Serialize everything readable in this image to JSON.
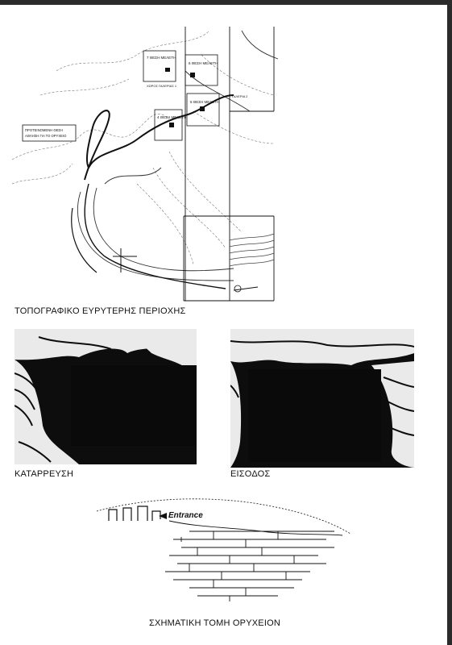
{
  "map": {
    "caption": "ΤΟΠΟΓΡΑΦΙΚΟ ΕΥΡΥΤΕΡΗΣ ΠΕΡΙΟΧΗΣ",
    "labels": {
      "label_7": "7 ΘΕΣΗ ΜΕΛΕΤΗ",
      "label_6": "6 ΘΕΣΗ ΜΕΛΕΤΗ",
      "label_5": "5 ΘΕΣΗ ΜΕΛΕΤΗ",
      "label_4": "4 ΘΕΣΗ ΜΕΛΕΤΗ",
      "gallery_1": "ΧΩΡΟΣ ΓΑΛΕΡΙΑΣ 1",
      "gallery_2": "ΓΑΛΕΡΙΑ 2",
      "proposed": "ΠΡΟΤΕΙΝΟΜΕΝΗ ΘΕΣΗ",
      "proposed_sub": "ΑΘΛΗΣΗ ΓΙΑ ΤΟ ΟΡΥΧΕΙΟ"
    }
  },
  "photos": [
    {
      "caption": "ΚΑΤΑΡΡΕΥΣΗ"
    },
    {
      "caption": "ΕΙΣΟΔΟΣ"
    }
  ],
  "section": {
    "caption": "ΣΧΗΜΑΤΙΚΗ ΤΟΜΗ ΟΡΥΧΕΙΟΝ",
    "entrance_label": "Entrance"
  }
}
